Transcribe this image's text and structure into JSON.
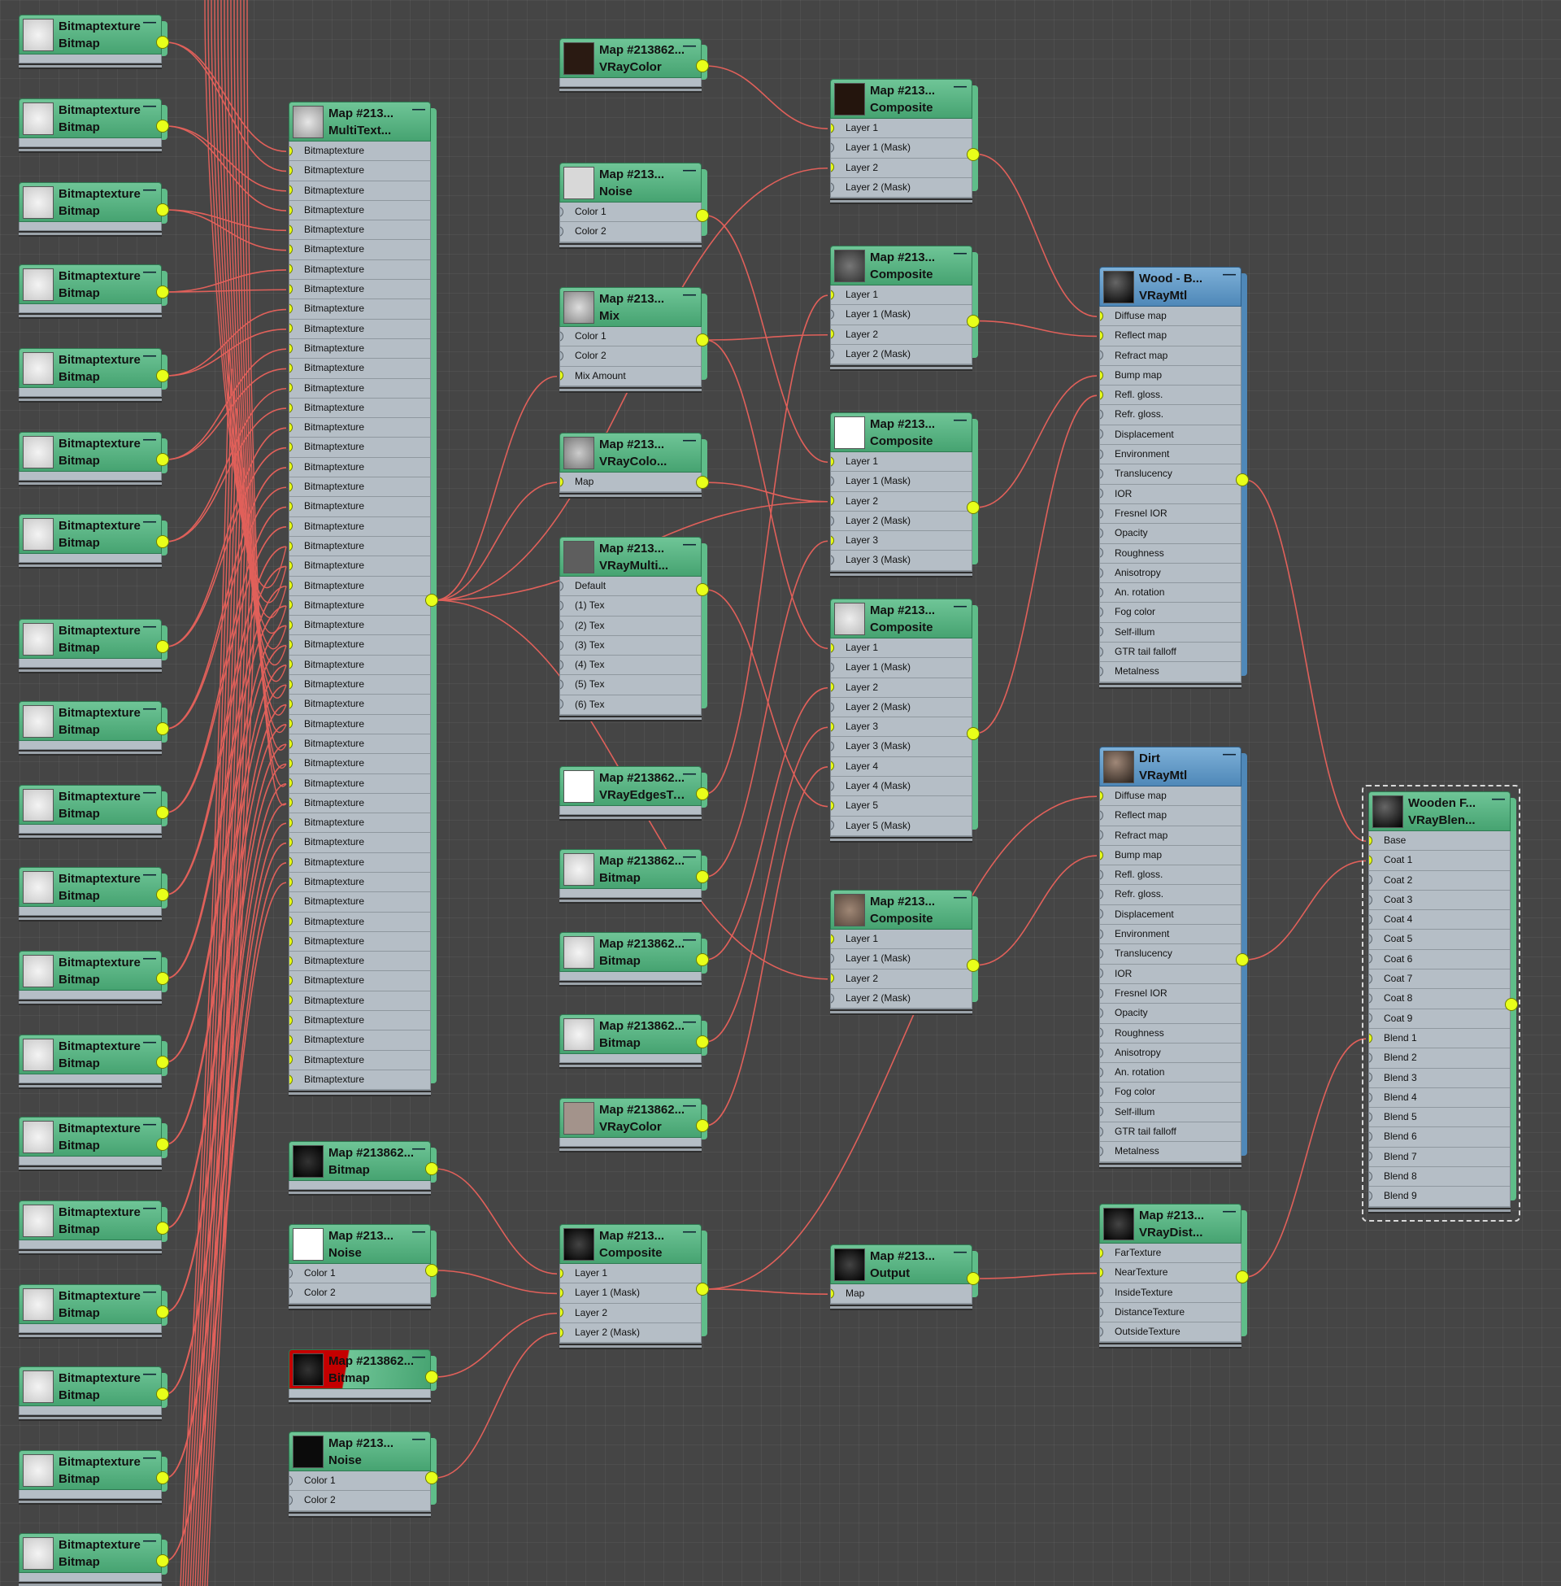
{
  "editor": {
    "title": "Slate Material Editor - node view"
  },
  "colors": {
    "wire": "#e0605a",
    "socket_active": "#e8ff1a",
    "node_map": "#5fb887",
    "node_material": "#5f95c4",
    "background": "#454545"
  },
  "bitmap_nodes": [
    {
      "title": "Bitmaptexture",
      "type": "Bitmap"
    },
    {
      "title": "Bitmaptexture",
      "type": "Bitmap"
    },
    {
      "title": "Bitmaptexture",
      "type": "Bitmap"
    },
    {
      "title": "Bitmaptexture",
      "type": "Bitmap"
    },
    {
      "title": "Bitmaptexture",
      "type": "Bitmap"
    },
    {
      "title": "Bitmaptexture",
      "type": "Bitmap"
    },
    {
      "title": "Bitmaptexture",
      "type": "Bitmap"
    },
    {
      "title": "Bitmaptexture",
      "type": "Bitmap"
    },
    {
      "title": "Bitmaptexture",
      "type": "Bitmap"
    },
    {
      "title": "Bitmaptexture",
      "type": "Bitmap"
    },
    {
      "title": "Bitmaptexture",
      "type": "Bitmap"
    },
    {
      "title": "Bitmaptexture",
      "type": "Bitmap"
    },
    {
      "title": "Bitmaptexture",
      "type": "Bitmap"
    },
    {
      "title": "Bitmaptexture",
      "type": "Bitmap"
    },
    {
      "title": "Bitmaptexture",
      "type": "Bitmap"
    },
    {
      "title": "Bitmaptexture",
      "type": "Bitmap"
    },
    {
      "title": "Bitmaptexture",
      "type": "Bitmap"
    },
    {
      "title": "Bitmaptexture",
      "type": "Bitmap"
    },
    {
      "title": "Bitmaptexture",
      "type": "Bitmap"
    }
  ],
  "multitex": {
    "title": "Map #213...",
    "type": "MultiText...",
    "slots": [
      "Bitmaptexture",
      "Bitmaptexture",
      "Bitmaptexture",
      "Bitmaptexture",
      "Bitmaptexture",
      "Bitmaptexture",
      "Bitmaptexture",
      "Bitmaptexture",
      "Bitmaptexture",
      "Bitmaptexture",
      "Bitmaptexture",
      "Bitmaptexture",
      "Bitmaptexture",
      "Bitmaptexture",
      "Bitmaptexture",
      "Bitmaptexture",
      "Bitmaptexture",
      "Bitmaptexture",
      "Bitmaptexture",
      "Bitmaptexture",
      "Bitmaptexture",
      "Bitmaptexture",
      "Bitmaptexture",
      "Bitmaptexture",
      "Bitmaptexture",
      "Bitmaptexture",
      "Bitmaptexture",
      "Bitmaptexture",
      "Bitmaptexture",
      "Bitmaptexture",
      "Bitmaptexture",
      "Bitmaptexture",
      "Bitmaptexture",
      "Bitmaptexture",
      "Bitmaptexture",
      "Bitmaptexture",
      "Bitmaptexture",
      "Bitmaptexture",
      "Bitmaptexture",
      "Bitmaptexture",
      "Bitmaptexture",
      "Bitmaptexture",
      "Bitmaptexture",
      "Bitmaptexture",
      "Bitmaptexture",
      "Bitmaptexture",
      "Bitmaptexture",
      "Bitmaptexture"
    ]
  },
  "col2_nodes": [
    {
      "title": "Map #213862...",
      "type": "VRayColor",
      "slots": []
    },
    {
      "title": "Map #213...",
      "type": "Noise",
      "slots": [
        "Color 1",
        "Color 2"
      ]
    },
    {
      "title": "Map #213...",
      "type": "Mix",
      "slots": [
        "Color 1",
        "Color 2",
        "Mix Amount"
      ]
    },
    {
      "title": "Map #213...",
      "type": "VRayColo...",
      "slots": [
        "Map"
      ]
    },
    {
      "title": "Map #213...",
      "type": "VRayMulti...",
      "slots": [
        "Default",
        "(1) Tex",
        "(2) Tex",
        "(3) Tex",
        "(4) Tex",
        "(5) Tex",
        "(6) Tex"
      ]
    },
    {
      "title": "Map #213862...",
      "type": "VRayEdgesTex",
      "slots": []
    },
    {
      "title": "Map #213862...",
      "type": "Bitmap",
      "slots": []
    },
    {
      "title": "Map #213862...",
      "type": "Bitmap",
      "slots": []
    },
    {
      "title": "Map #213862...",
      "type": "Bitmap",
      "slots": []
    },
    {
      "title": "Map #213862...",
      "type": "VRayColor",
      "slots": []
    }
  ],
  "bottom_left_nodes": [
    {
      "title": "Map #213862...",
      "type": "Bitmap",
      "slots": []
    },
    {
      "title": "Map #213...",
      "type": "Noise",
      "slots": [
        "Color 1",
        "Color 2"
      ]
    },
    {
      "title": "Map #213862...",
      "type": "Bitmap",
      "slots": []
    },
    {
      "title": "Map #213...",
      "type": "Noise",
      "slots": [
        "Color 1",
        "Color 2"
      ]
    }
  ],
  "bottom_composite": {
    "title": "Map #213...",
    "type": "Composite",
    "slots": [
      "Layer 1",
      "Layer 1 (Mask)",
      "Layer 2",
      "Layer 2 (Mask)"
    ]
  },
  "col3_nodes": [
    {
      "title": "Map #213...",
      "type": "Composite",
      "slots": [
        "Layer 1",
        "Layer 1 (Mask)",
        "Layer 2",
        "Layer 2 (Mask)"
      ]
    },
    {
      "title": "Map #213...",
      "type": "Composite",
      "slots": [
        "Layer 1",
        "Layer 1 (Mask)",
        "Layer 2",
        "Layer 2 (Mask)"
      ]
    },
    {
      "title": "Map #213...",
      "type": "Composite",
      "slots": [
        "Layer 1",
        "Layer 1 (Mask)",
        "Layer 2",
        "Layer 2 (Mask)",
        "Layer 3",
        "Layer 3 (Mask)"
      ]
    },
    {
      "title": "Map #213...",
      "type": "Composite",
      "slots": [
        "Layer 1",
        "Layer 1 (Mask)",
        "Layer 2",
        "Layer 2 (Mask)",
        "Layer 3",
        "Layer 3 (Mask)",
        "Layer 4",
        "Layer 4 (Mask)",
        "Layer 5",
        "Layer 5 (Mask)"
      ]
    },
    {
      "title": "Map #213...",
      "type": "Composite",
      "slots": [
        "Layer 1",
        "Layer 1 (Mask)",
        "Layer 2",
        "Layer 2 (Mask)"
      ]
    }
  ],
  "output_node": {
    "title": "Map #213...",
    "type": "Output",
    "slots": [
      "Map"
    ]
  },
  "materials": [
    {
      "title": "Wood - B...",
      "type": "VRayMtl",
      "slots": [
        "Diffuse map",
        "Reflect map",
        "Refract map",
        "Bump map",
        "Refl. gloss.",
        "Refr. gloss.",
        "Displacement",
        "Environment",
        "Translucency",
        "IOR",
        "Fresnel IOR",
        "Opacity",
        "Roughness",
        "Anisotropy",
        "An. rotation",
        "Fog color",
        "Self-illum",
        "GTR tail falloff",
        "Metalness"
      ]
    },
    {
      "title": "Dirt",
      "type": "VRayMtl",
      "slots": [
        "Diffuse map",
        "Reflect map",
        "Refract map",
        "Bump map",
        "Refl. gloss.",
        "Refr. gloss.",
        "Displacement",
        "Environment",
        "Translucency",
        "IOR",
        "Fresnel IOR",
        "Opacity",
        "Roughness",
        "Anisotropy",
        "An. rotation",
        "Fog color",
        "Self-illum",
        "GTR tail falloff",
        "Metalness"
      ]
    }
  ],
  "vraydist": {
    "title": "Map #213...",
    "type": "VRayDist...",
    "slots": [
      "FarTexture",
      "NearTexture",
      "InsideTexture",
      "DistanceTexture",
      "OutsideTexture"
    ]
  },
  "blend": {
    "title": "Wooden F...",
    "type": "VRayBlen...",
    "slots": [
      "Base",
      "Coat 1",
      "Coat 2",
      "Coat 3",
      "Coat 4",
      "Coat 5",
      "Coat 6",
      "Coat 7",
      "Coat 8",
      "Coat 9",
      "Blend 1",
      "Blend 2",
      "Blend 3",
      "Blend 4",
      "Blend 5",
      "Blend 6",
      "Blend 7",
      "Blend 8",
      "Blend 9"
    ]
  }
}
